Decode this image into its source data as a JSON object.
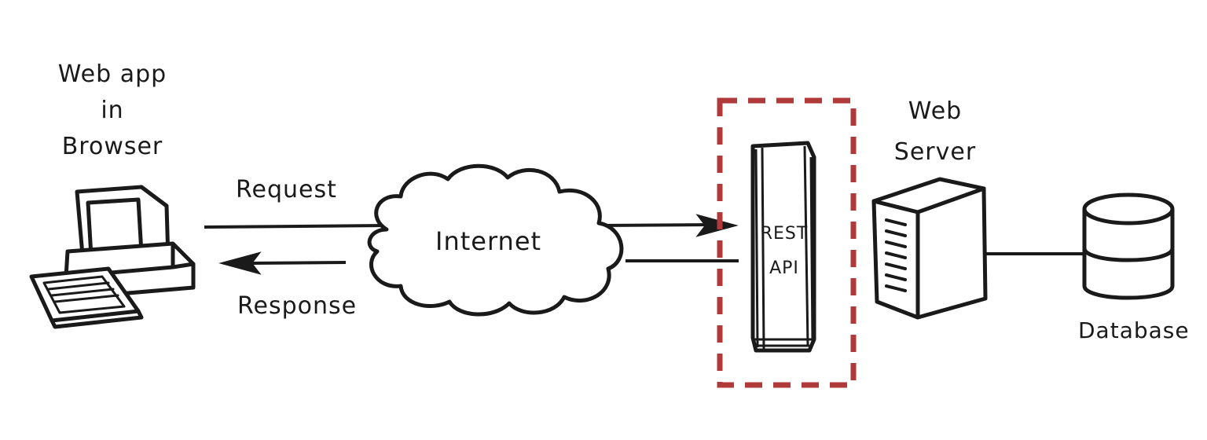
{
  "browser_label": [
    "Web app",
    "in",
    "Browser"
  ],
  "request_label": "Request",
  "response_label": "Response",
  "internet_label": "Internet",
  "api_label": [
    "REST",
    "API"
  ],
  "server_label": [
    "Web",
    "Server"
  ],
  "database_label": "Database",
  "colors": {
    "ink": "#1a1a1a",
    "highlight": "#b03a3a",
    "background": "#ffffff"
  }
}
